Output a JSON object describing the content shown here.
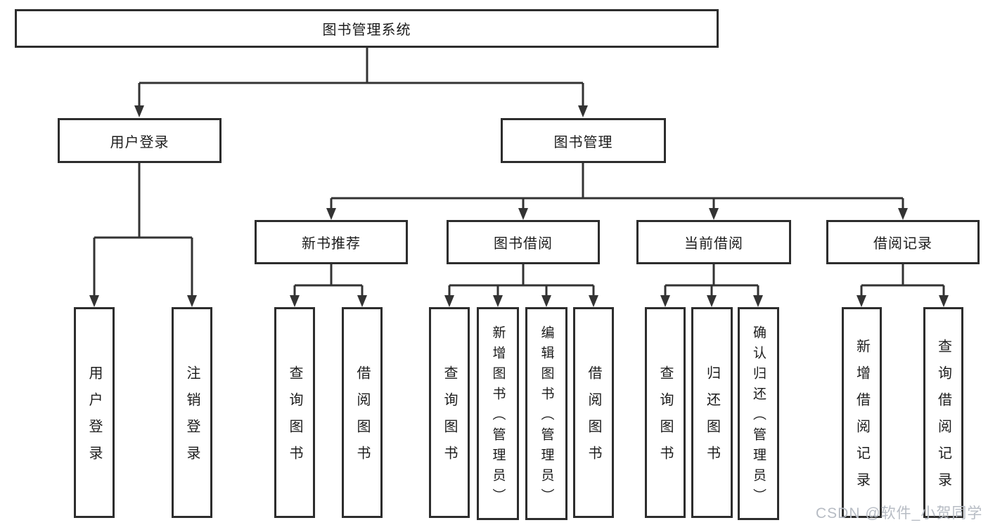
{
  "tree": {
    "root": "图书管理系统",
    "children": [
      {
        "label": "用户登录",
        "children": [
          "用户登录",
          "注销登录"
        ]
      },
      {
        "label": "图书管理",
        "children": [
          {
            "label": "新书推荐",
            "children": [
              "查询图书",
              "借阅图书"
            ]
          },
          {
            "label": "图书借阅",
            "children": [
              "查询图书",
              "新增图书（管理员）",
              "编辑图书（管理员）",
              "借阅图书"
            ]
          },
          {
            "label": "当前借阅",
            "children": [
              "查询图书",
              "归还图书",
              "确认归还（管理员）"
            ]
          },
          {
            "label": "借阅记录",
            "children": [
              "新增借阅记录",
              "查询借阅记录"
            ]
          }
        ]
      }
    ]
  },
  "watermark": "CSDN @软件_小贺同学",
  "colors": {
    "line": "#333333",
    "box_border": "#2d2d2d",
    "box_fill": "#ffffff",
    "text": "#1c1c1c",
    "watermark": "#b7bcc4",
    "background": "#ffffff"
  }
}
